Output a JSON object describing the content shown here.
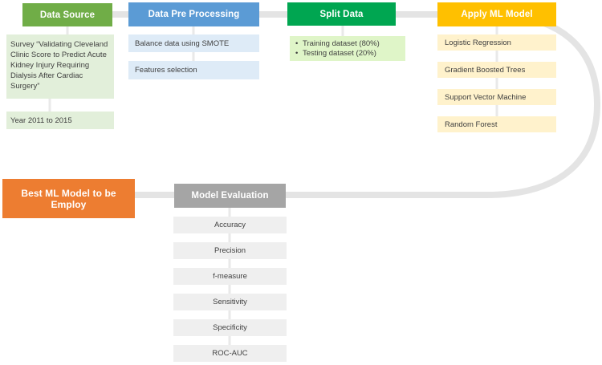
{
  "diagram_title": "ML pipeline flowchart",
  "stages": {
    "data_source": {
      "title": "Data Source",
      "survey": "Survey “Validating Cleveland Clinic Score to Predict Acute Kidney Injury Requiring Dialysis After Cardiac Surgery”",
      "years": "Year 2011 to 2015"
    },
    "preprocessing": {
      "title": "Data Pre Processing",
      "steps": [
        "Balance data using SMOTE",
        "Features selection"
      ]
    },
    "split": {
      "title": "Split Data",
      "bullets": [
        "Training dataset (80%)",
        "Testing dataset (20%)"
      ]
    },
    "models": {
      "title": "Apply ML Model",
      "algorithms": [
        "Logistic Regression",
        "Gradient Boosted Trees",
        "Support Vector Machine",
        "Random Forest"
      ]
    },
    "evaluation": {
      "title": "Model Evaluation",
      "metrics": [
        "Accuracy",
        "Precision",
        "f-measure",
        "Sensitivity",
        "Specificity",
        "ROC-AUC"
      ]
    },
    "best_model": {
      "title": "Best ML Model to be Employ"
    }
  },
  "colors": {
    "data_source_header": "#70AD47",
    "data_source_item_bg": "#E2EFDA",
    "preprocessing_header": "#5B9BD5",
    "preprocessing_item_bg": "#DEEBF7",
    "split_header": "#00A651",
    "split_item_bg": "#DFF5C8",
    "models_header": "#FFC000",
    "models_item_bg": "#FFF2CC",
    "evaluation_header": "#A5A5A5",
    "evaluation_item_bg": "#EFEFEF",
    "best_model_bg": "#ED7D31",
    "connector_line": "#E4E4E4",
    "sub_connector_line": "#E9E9E9",
    "header_text": "#FFFFFF",
    "body_text": "#3F3F3F"
  }
}
